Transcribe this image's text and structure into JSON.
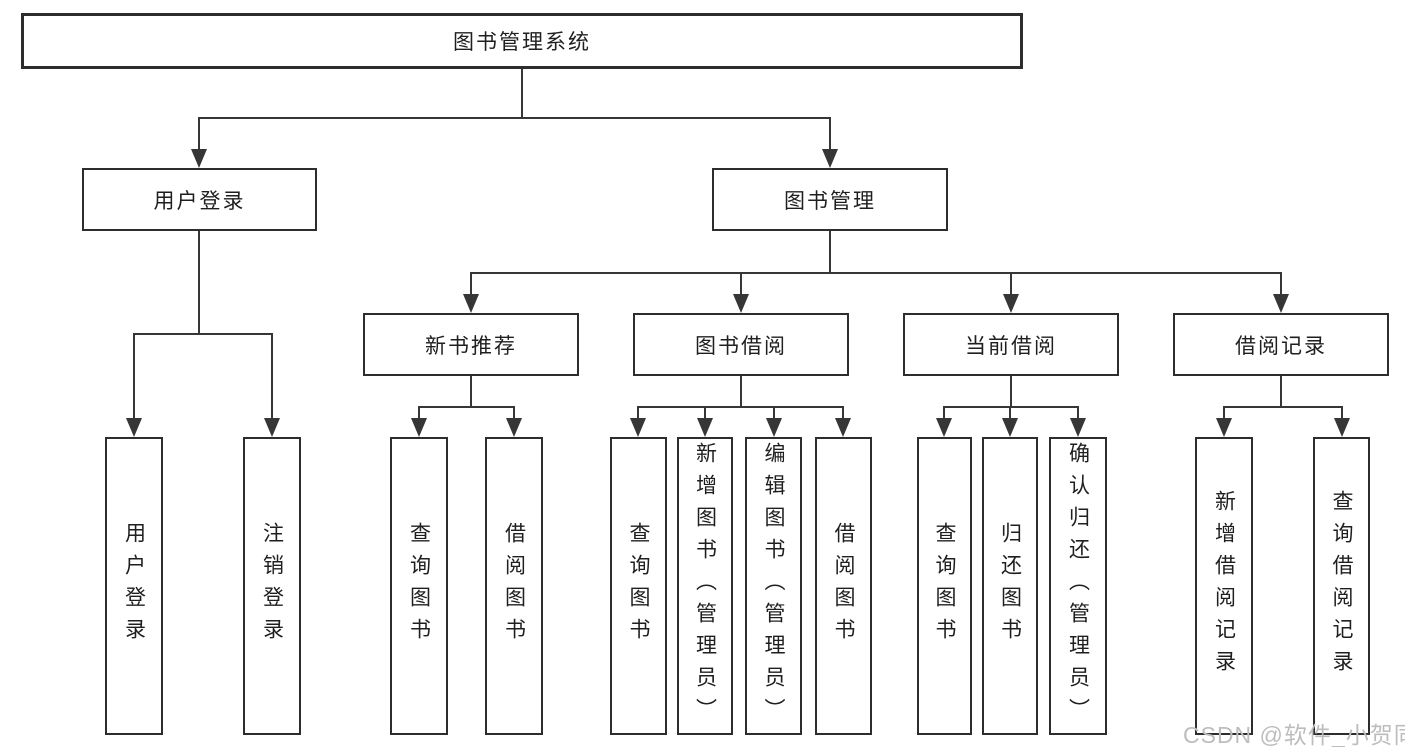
{
  "diagram": {
    "title": "图书管理系统",
    "accent_colors": {
      "line": "#363636",
      "border": "#2d2d2d",
      "text": "#1f1f1f",
      "watermark": "#bdbdbd",
      "background": "#ffffff"
    },
    "tree": {
      "root": {
        "label": "图书管理系统"
      },
      "branches": [
        {
          "label": "用户登录",
          "children": [
            {
              "label": "用户登录"
            },
            {
              "label": "注销登录"
            }
          ]
        },
        {
          "label": "图书管理",
          "children": [
            {
              "label": "新书推荐",
              "children": [
                {
                  "label": "查询图书"
                },
                {
                  "label": "借阅图书"
                }
              ]
            },
            {
              "label": "图书借阅",
              "children": [
                {
                  "label": "查询图书"
                },
                {
                  "label": "新增图书（管理员）"
                },
                {
                  "label": "编辑图书（管理员）"
                },
                {
                  "label": "借阅图书"
                }
              ]
            },
            {
              "label": "当前借阅",
              "children": [
                {
                  "label": "查询图书"
                },
                {
                  "label": "归还图书"
                },
                {
                  "label": "确认归还（管理员）"
                }
              ]
            },
            {
              "label": "借阅记录",
              "children": [
                {
                  "label": "新增借阅记录"
                },
                {
                  "label": "查询借阅记录"
                }
              ]
            }
          ]
        }
      ]
    },
    "watermark": "CSDN @软件_小贺同学"
  }
}
